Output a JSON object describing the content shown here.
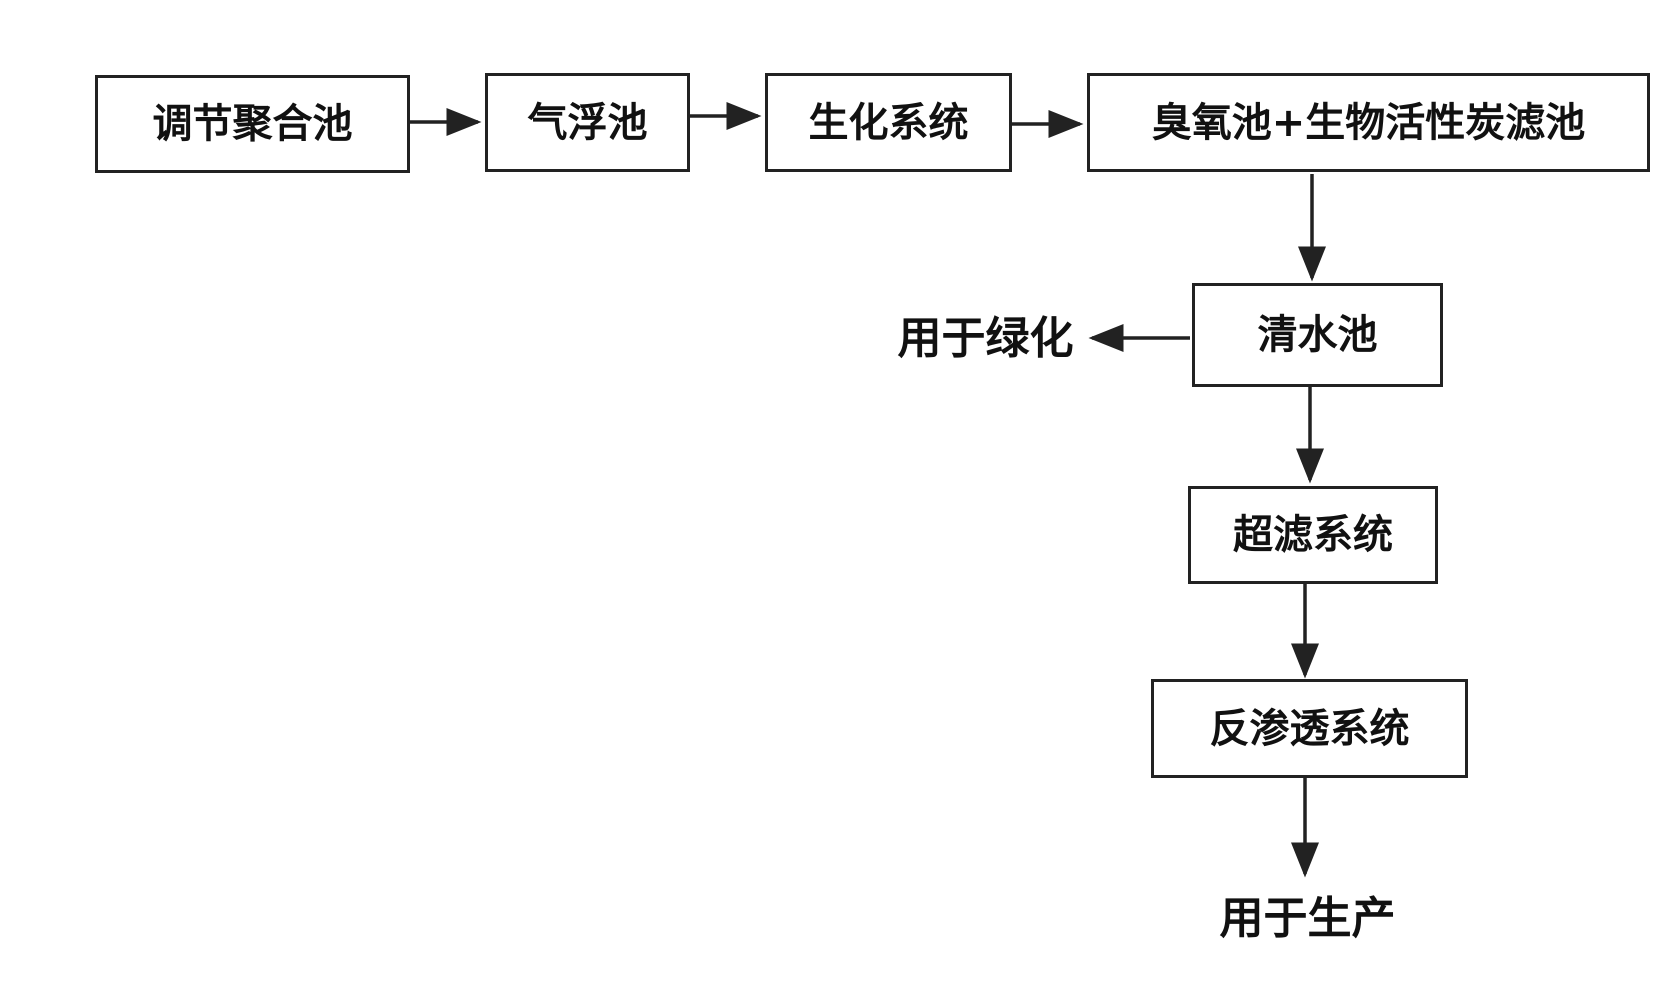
{
  "nodes": {
    "regulating_tank": "调节聚合池",
    "air_flotation": "气浮池",
    "biochemical_system": "生化系统",
    "ozone_bac": "臭氧池+生物活性炭滤池",
    "clear_water_tank": "清水池",
    "ultrafiltration": "超滤系统",
    "reverse_osmosis": "反渗透系统"
  },
  "outputs": {
    "greening": "用于绿化",
    "production": "用于生产"
  }
}
